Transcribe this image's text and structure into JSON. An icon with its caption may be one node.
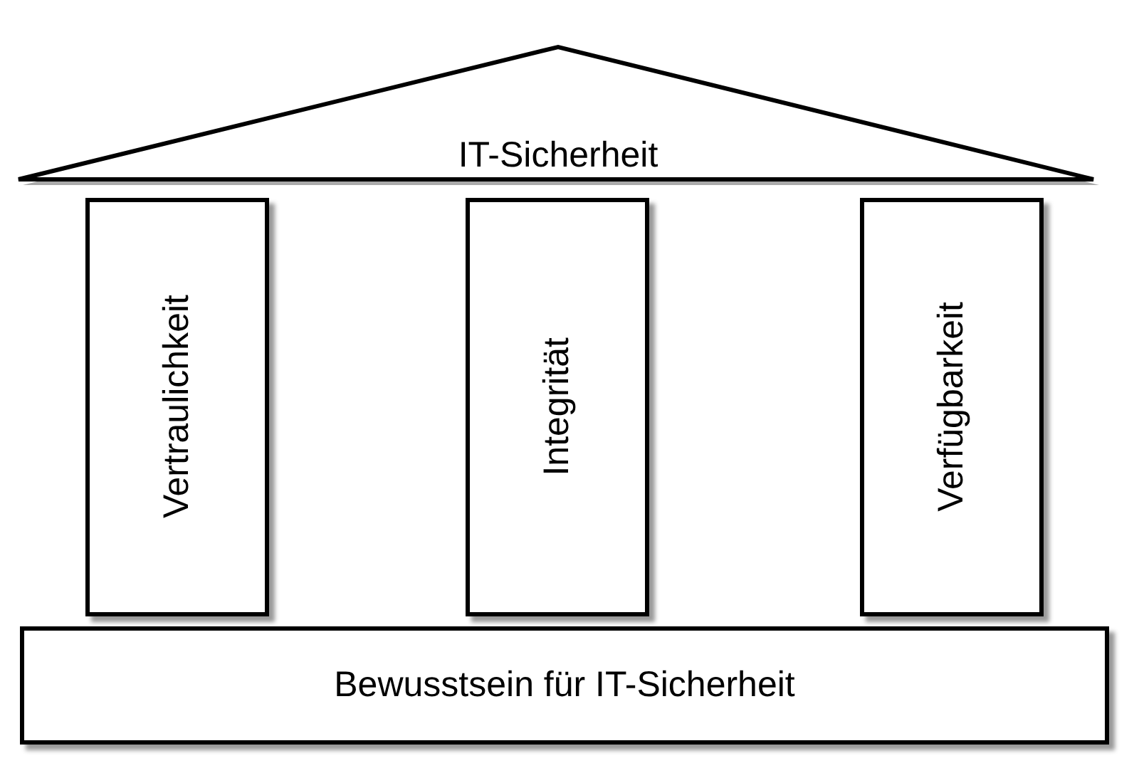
{
  "diagram": {
    "nodes": [
      {
        "text": [
          "IT-Sicherheit"
        ]
      },
      {
        "text": [
          "Vertraulichkeit"
        ]
      },
      {
        "text": [
          "Integrität"
        ]
      },
      {
        "text": [
          "Verfügbarkeit"
        ]
      },
      {
        "text": [
          "Bewusstsein für IT-Sicherheit"
        ]
      }
    ]
  }
}
